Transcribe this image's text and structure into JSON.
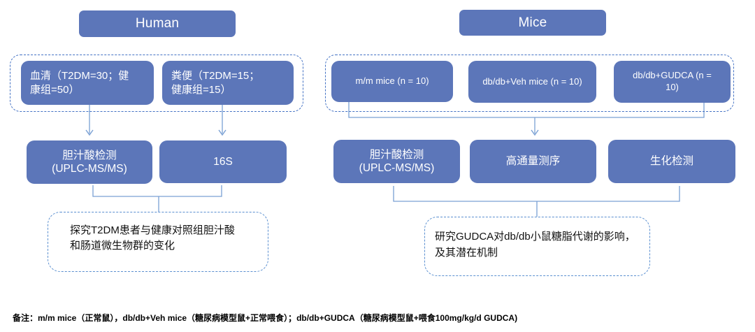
{
  "colors": {
    "box_fill": "#5c76b9",
    "container_dash": "#4472c4",
    "result_dash": "#5a8fd0",
    "connector": "#7aa0d4",
    "text_dark": "#111111"
  },
  "human": {
    "header": "Human",
    "cohorts": [
      "血清（T2DM=30；健\n康组=50）",
      "粪便（T2DM=15；\n健康组=15）"
    ],
    "assays": [
      "胆汁酸检测\n(UPLC-MS/MS)",
      "16S"
    ],
    "aim": "探究T2DM患者与健康对照组胆汁酸\n和肠道微生物群的变化"
  },
  "mice": {
    "header": "Mice",
    "groups": [
      "m/m mice (n = 10)",
      "db/db+Veh mice (n = 10)",
      "db/db+GUDCA  (n =\n10)"
    ],
    "assays": [
      "胆汁酸检测\n(UPLC-MS/MS)",
      "高通量测序",
      "生化检测"
    ],
    "aim": "研究GUDCA对db/db小鼠糖脂代谢的影响，\n及其潜在机制"
  },
  "footnote": "备注：m/m mice（正常鼠），db/db+Veh mice（糖尿病模型鼠+正常喂食）；db/db+GUDCA（糖尿病模型鼠+喂食100mg/kg/d GUDCA)"
}
